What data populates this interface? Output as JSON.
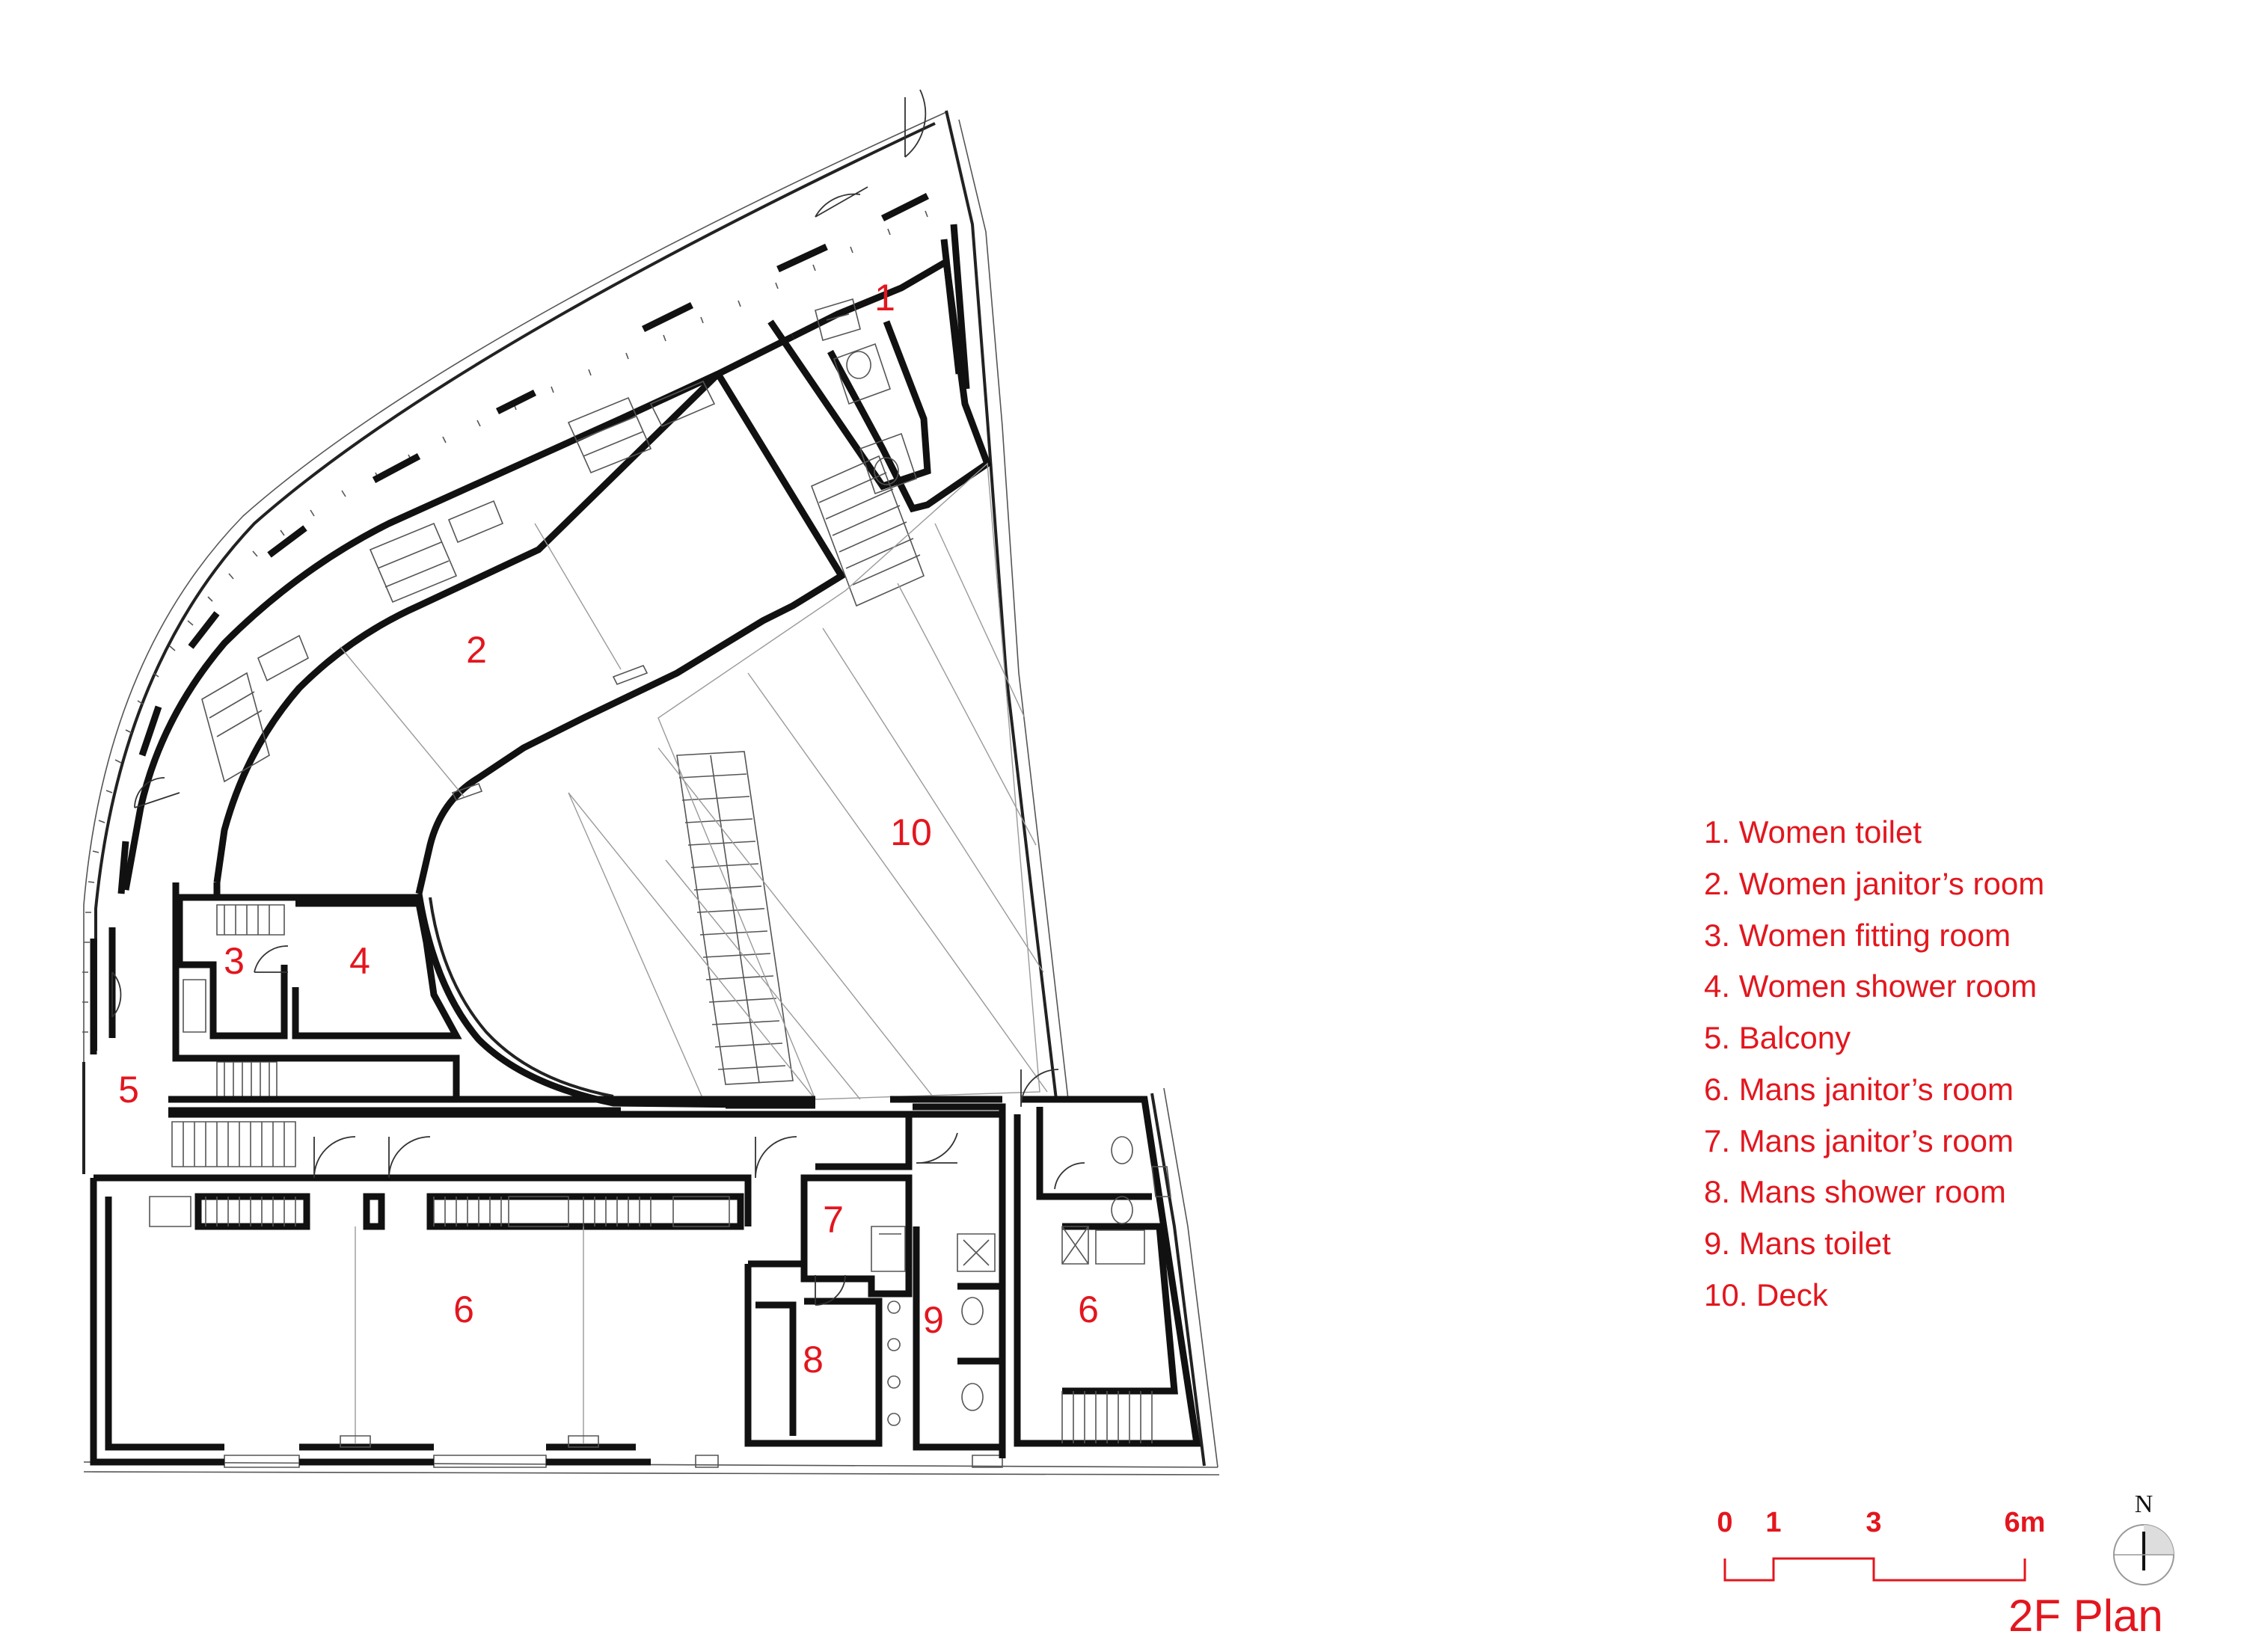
{
  "plan_title": "2F Plan",
  "accent_color": "#e3161e",
  "room_labels": [
    "1",
    "2",
    "3",
    "4",
    "5",
    "6",
    "6",
    "7",
    "8",
    "9",
    "10"
  ],
  "legend": [
    "1.  Women toilet",
    "2.  Women janitor’s room",
    "3.  Women fitting room",
    "4.  Women shower room",
    "5.  Balcony",
    "6.  Mans janitor’s room",
    "7.  Mans janitor’s room",
    "8.  Mans shower room",
    "9.  Mans toilet",
    "10. Deck"
  ],
  "scale_bar": {
    "ticks": [
      "0",
      "1",
      "3",
      "6m"
    ]
  },
  "north_arrow": {
    "label": "N",
    "icon": "north-arrow-icon"
  }
}
